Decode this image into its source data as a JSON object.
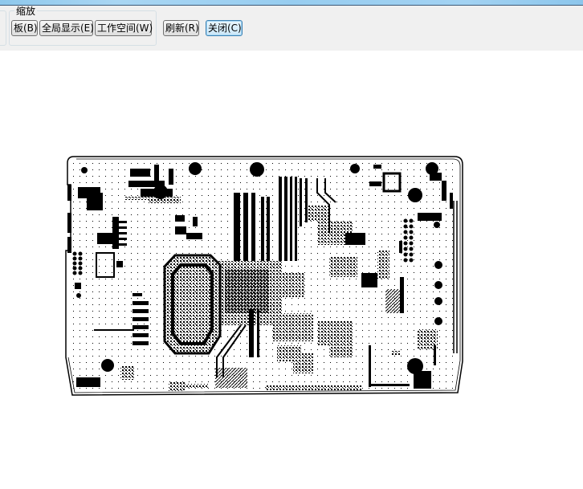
{
  "window": {
    "titlebar_color": "#97cdf0"
  },
  "toolbar": {
    "zoom_group_label": "缩放",
    "buttons": {
      "board": "板(B)",
      "fit_all": "全局显示(E)",
      "workspace": "工作空间(W)",
      "refresh": "刷新(R)",
      "close": "关闭(C)"
    }
  },
  "canvas": {
    "content": "PCB layout preview",
    "background": "#ffffff",
    "foreground": "#000000",
    "board": {
      "outline": "chamfered rectangle",
      "mounting_holes": 10
    }
  }
}
